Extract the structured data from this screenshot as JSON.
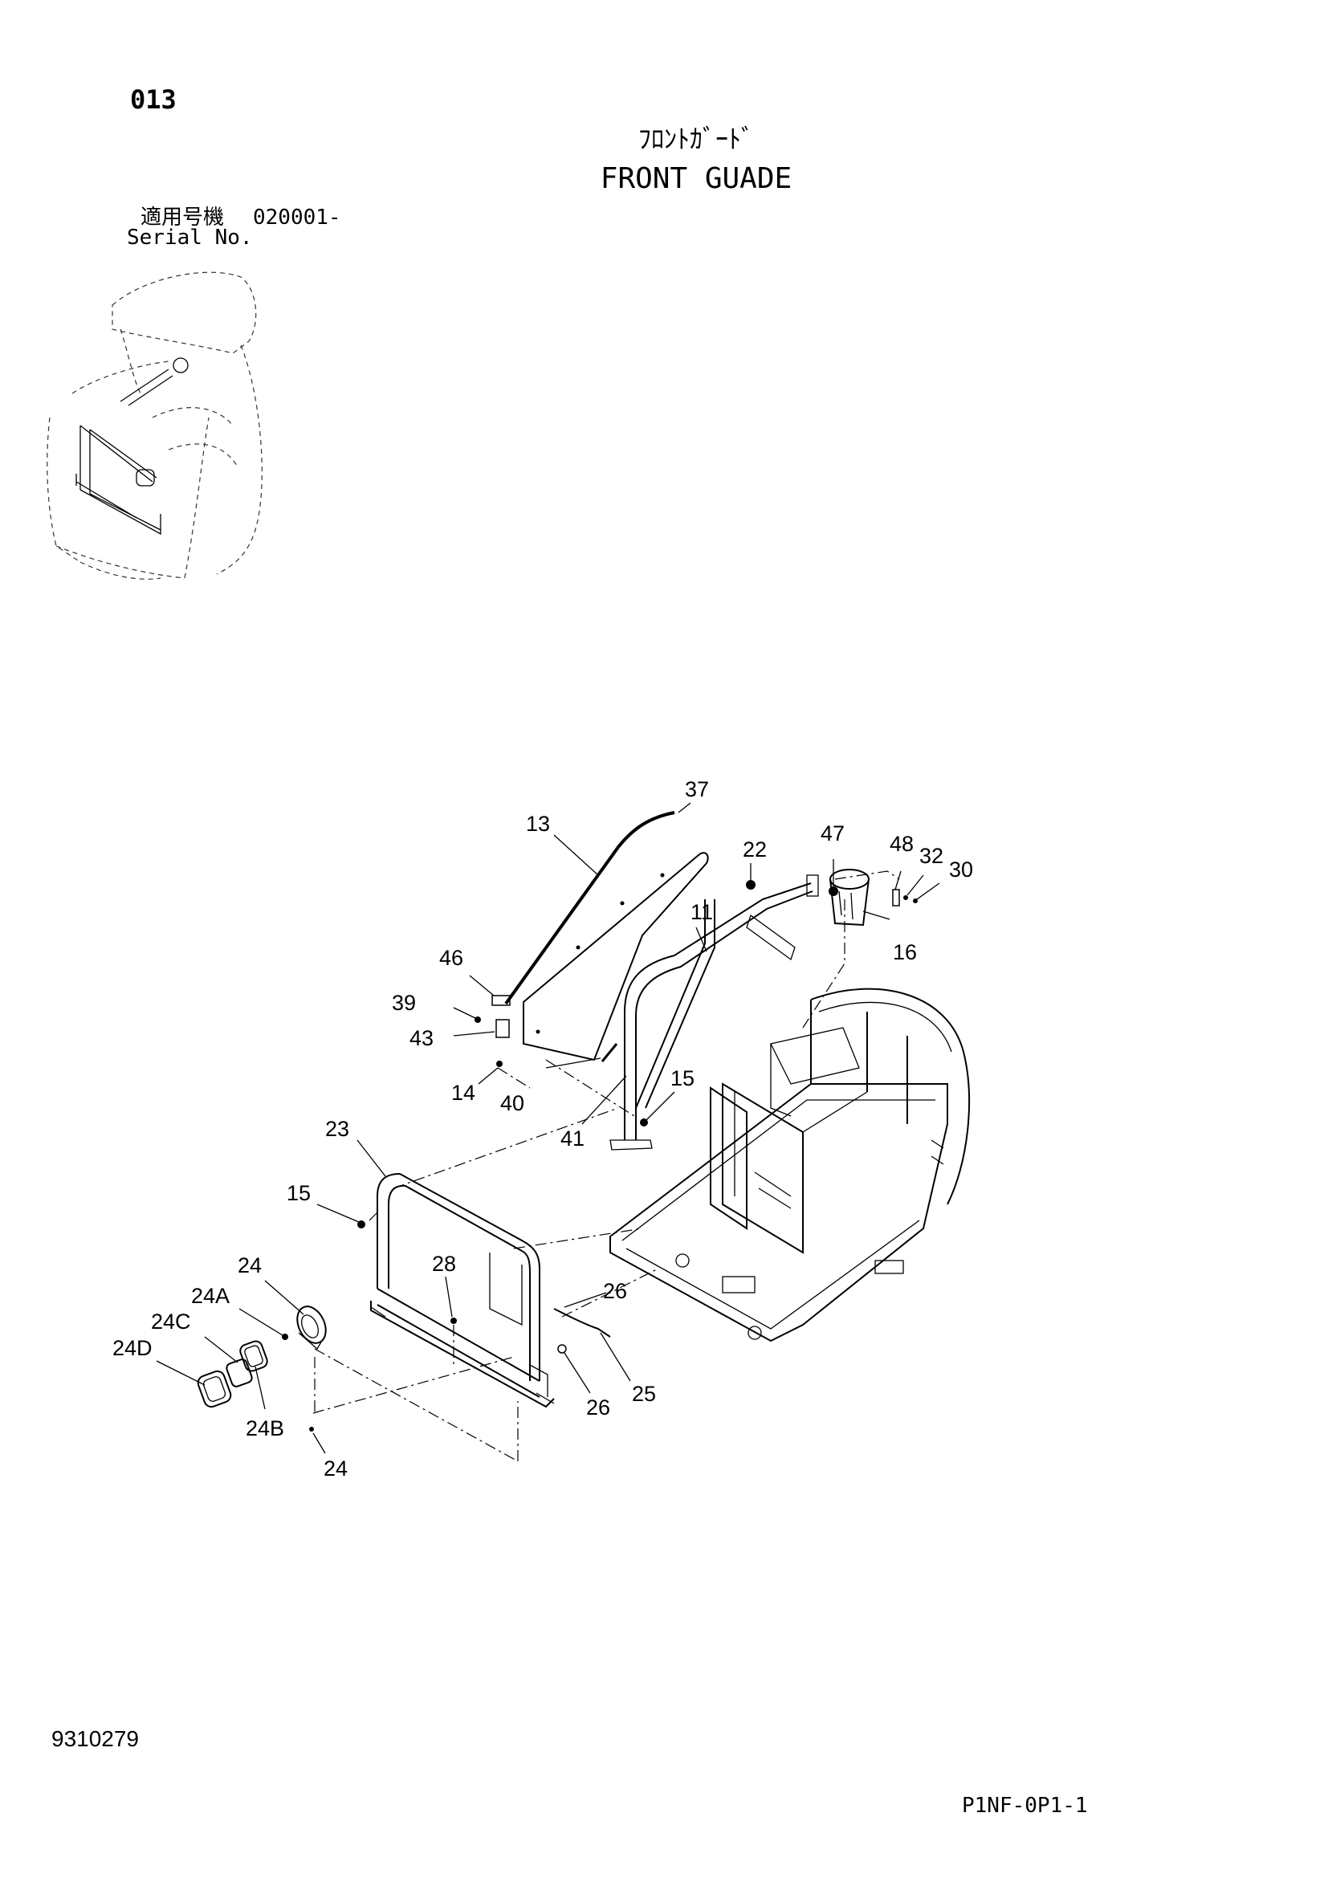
{
  "header": {
    "page_no": "013",
    "title_jp": "ﾌﾛﾝﾄｶﾞｰﾄﾞ",
    "title_en": "FRONT GUADE",
    "serial_label_jp": "適用号機",
    "serial_value": "020001-",
    "serial_label_en": "Serial No."
  },
  "footer": {
    "doc_no": "9310279",
    "page_code": "P1NF-0P1-1"
  },
  "callouts": {
    "c37": "37",
    "c13": "13",
    "c22": "22",
    "c47": "47",
    "c48": "48",
    "c32": "32",
    "c30": "30",
    "c11": "11",
    "c16": "16",
    "c46": "46",
    "c39": "39",
    "c43": "43",
    "c14": "14",
    "c40": "40",
    "c15a": "15",
    "c41": "41",
    "c23": "23",
    "c15b": "15",
    "c24a": "24",
    "c28": "28",
    "c24A": "24A",
    "c26a": "26",
    "c24C": "24C",
    "c24D": "24D",
    "c25": "25",
    "c26b": "26",
    "c24B": "24B",
    "c24b": "24"
  }
}
